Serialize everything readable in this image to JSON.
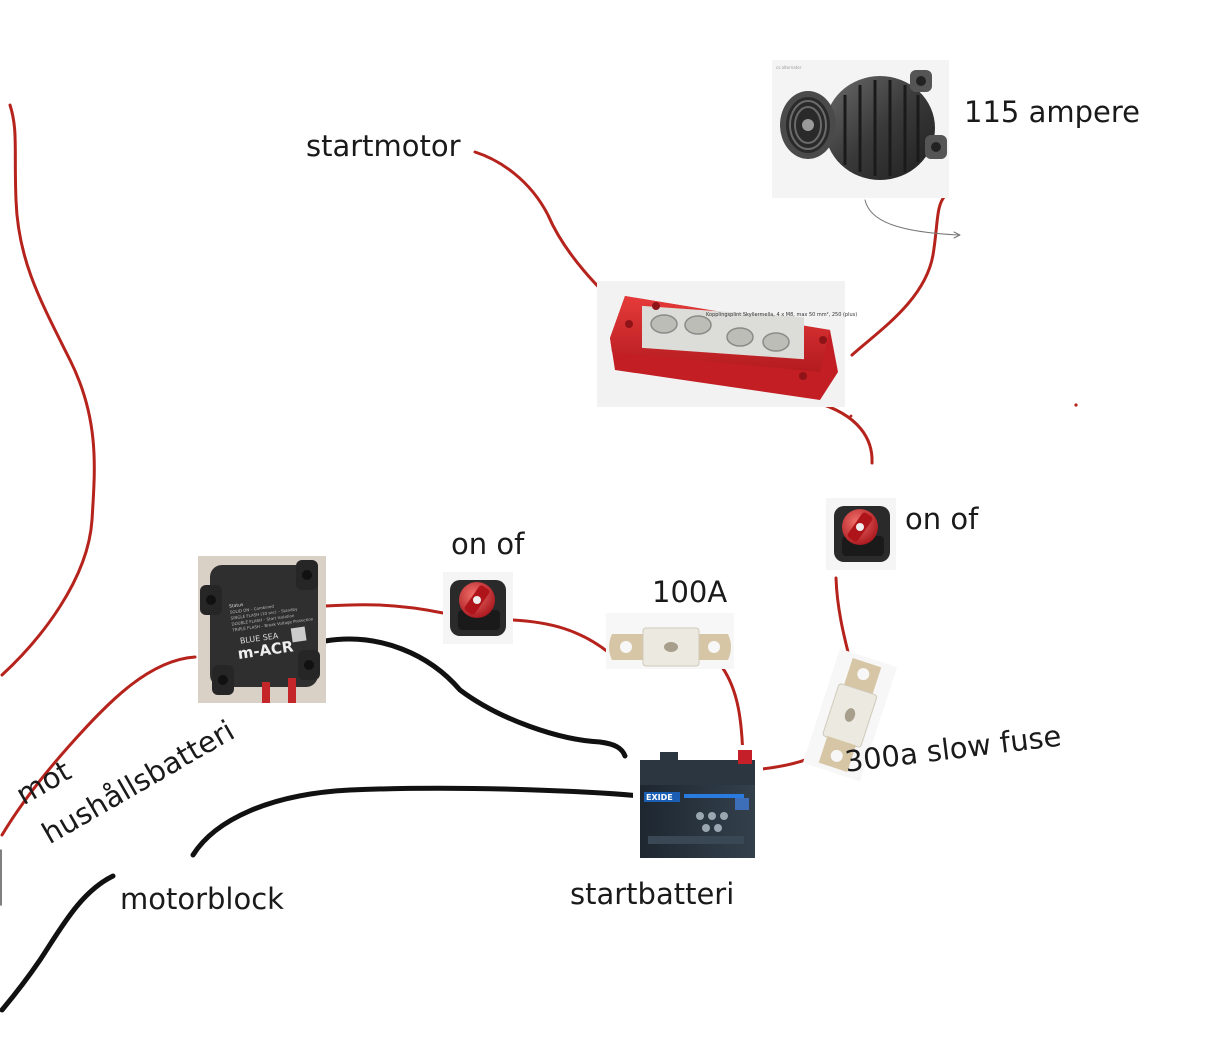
{
  "labels": {
    "startmotor": "startmotor",
    "alternator_rating": "115 ampere",
    "switch_top": "on of",
    "switch_left": "on of",
    "fuse_100": "100A",
    "fuse_300": "300a slow fuse",
    "mot": "mot",
    "hushallsbatteri": "hushållsbatteri",
    "motorblock": "motorblock",
    "startbatteri": "startbatteri"
  },
  "device_text": {
    "acr_brand": "BLUE SEA",
    "acr_model": "m-ACR",
    "acr_spec_1": "Status",
    "acr_spec_2": "SOLID ON – Combined",
    "acr_spec_3": "SINGLE FLASH (10 sec) – Standby",
    "acr_spec_4": "DOUBLE FLASH – Start Isolation",
    "acr_spec_5": "TRIPLE FLASH – Break Voltage Protection",
    "battery_brand": "EXIDE",
    "busbar_tag": "Kopplingsplint Skyllermella, 4 x M8, max 50 mm², 250 (plus)"
  },
  "colors": {
    "wire_red": "#b5231c",
    "wire_black": "#111111",
    "busbar_red": "#d8262a",
    "switch_red": "#c5202a",
    "fuse_body": "#ece9e0",
    "fuse_lug": "#d6c6a6",
    "battery_body": "#26303a",
    "acr_body": "#2f2f2f"
  },
  "icons": {
    "alternator": "alternator-icon",
    "busbar": "busbar-icon",
    "battery_switch": "battery-switch-icon",
    "fuse": "anl-fuse-icon",
    "battery": "car-battery-icon",
    "relay": "acr-relay-icon"
  }
}
